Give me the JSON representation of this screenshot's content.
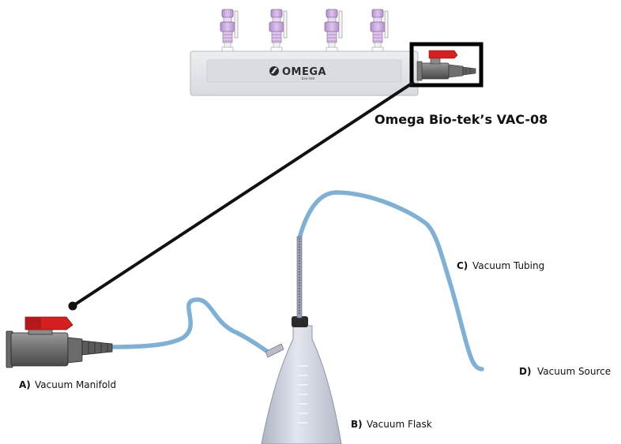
{
  "product_title": "Omega Bio-tek’s VAC-08",
  "logo": {
    "brand": "OMEGA",
    "sub": "bio-tek"
  },
  "labels": {
    "a": {
      "letter": "A)",
      "text": "Vacuum Manifold"
    },
    "b": {
      "letter": "B)",
      "text": "Vacuum Flask"
    },
    "c": {
      "letter": "C)",
      "text": "Vacuum Tubing"
    },
    "d": {
      "letter": "D)",
      "text": "Vacuum Source"
    }
  },
  "colors": {
    "tubing": "#7fb0d6",
    "valve_handle": "#d62020",
    "manifold_body": "#e3e5e8",
    "flask_glass": "#c9ced8",
    "connector_line": "#111111",
    "port_purple": "#c8a9dc"
  }
}
